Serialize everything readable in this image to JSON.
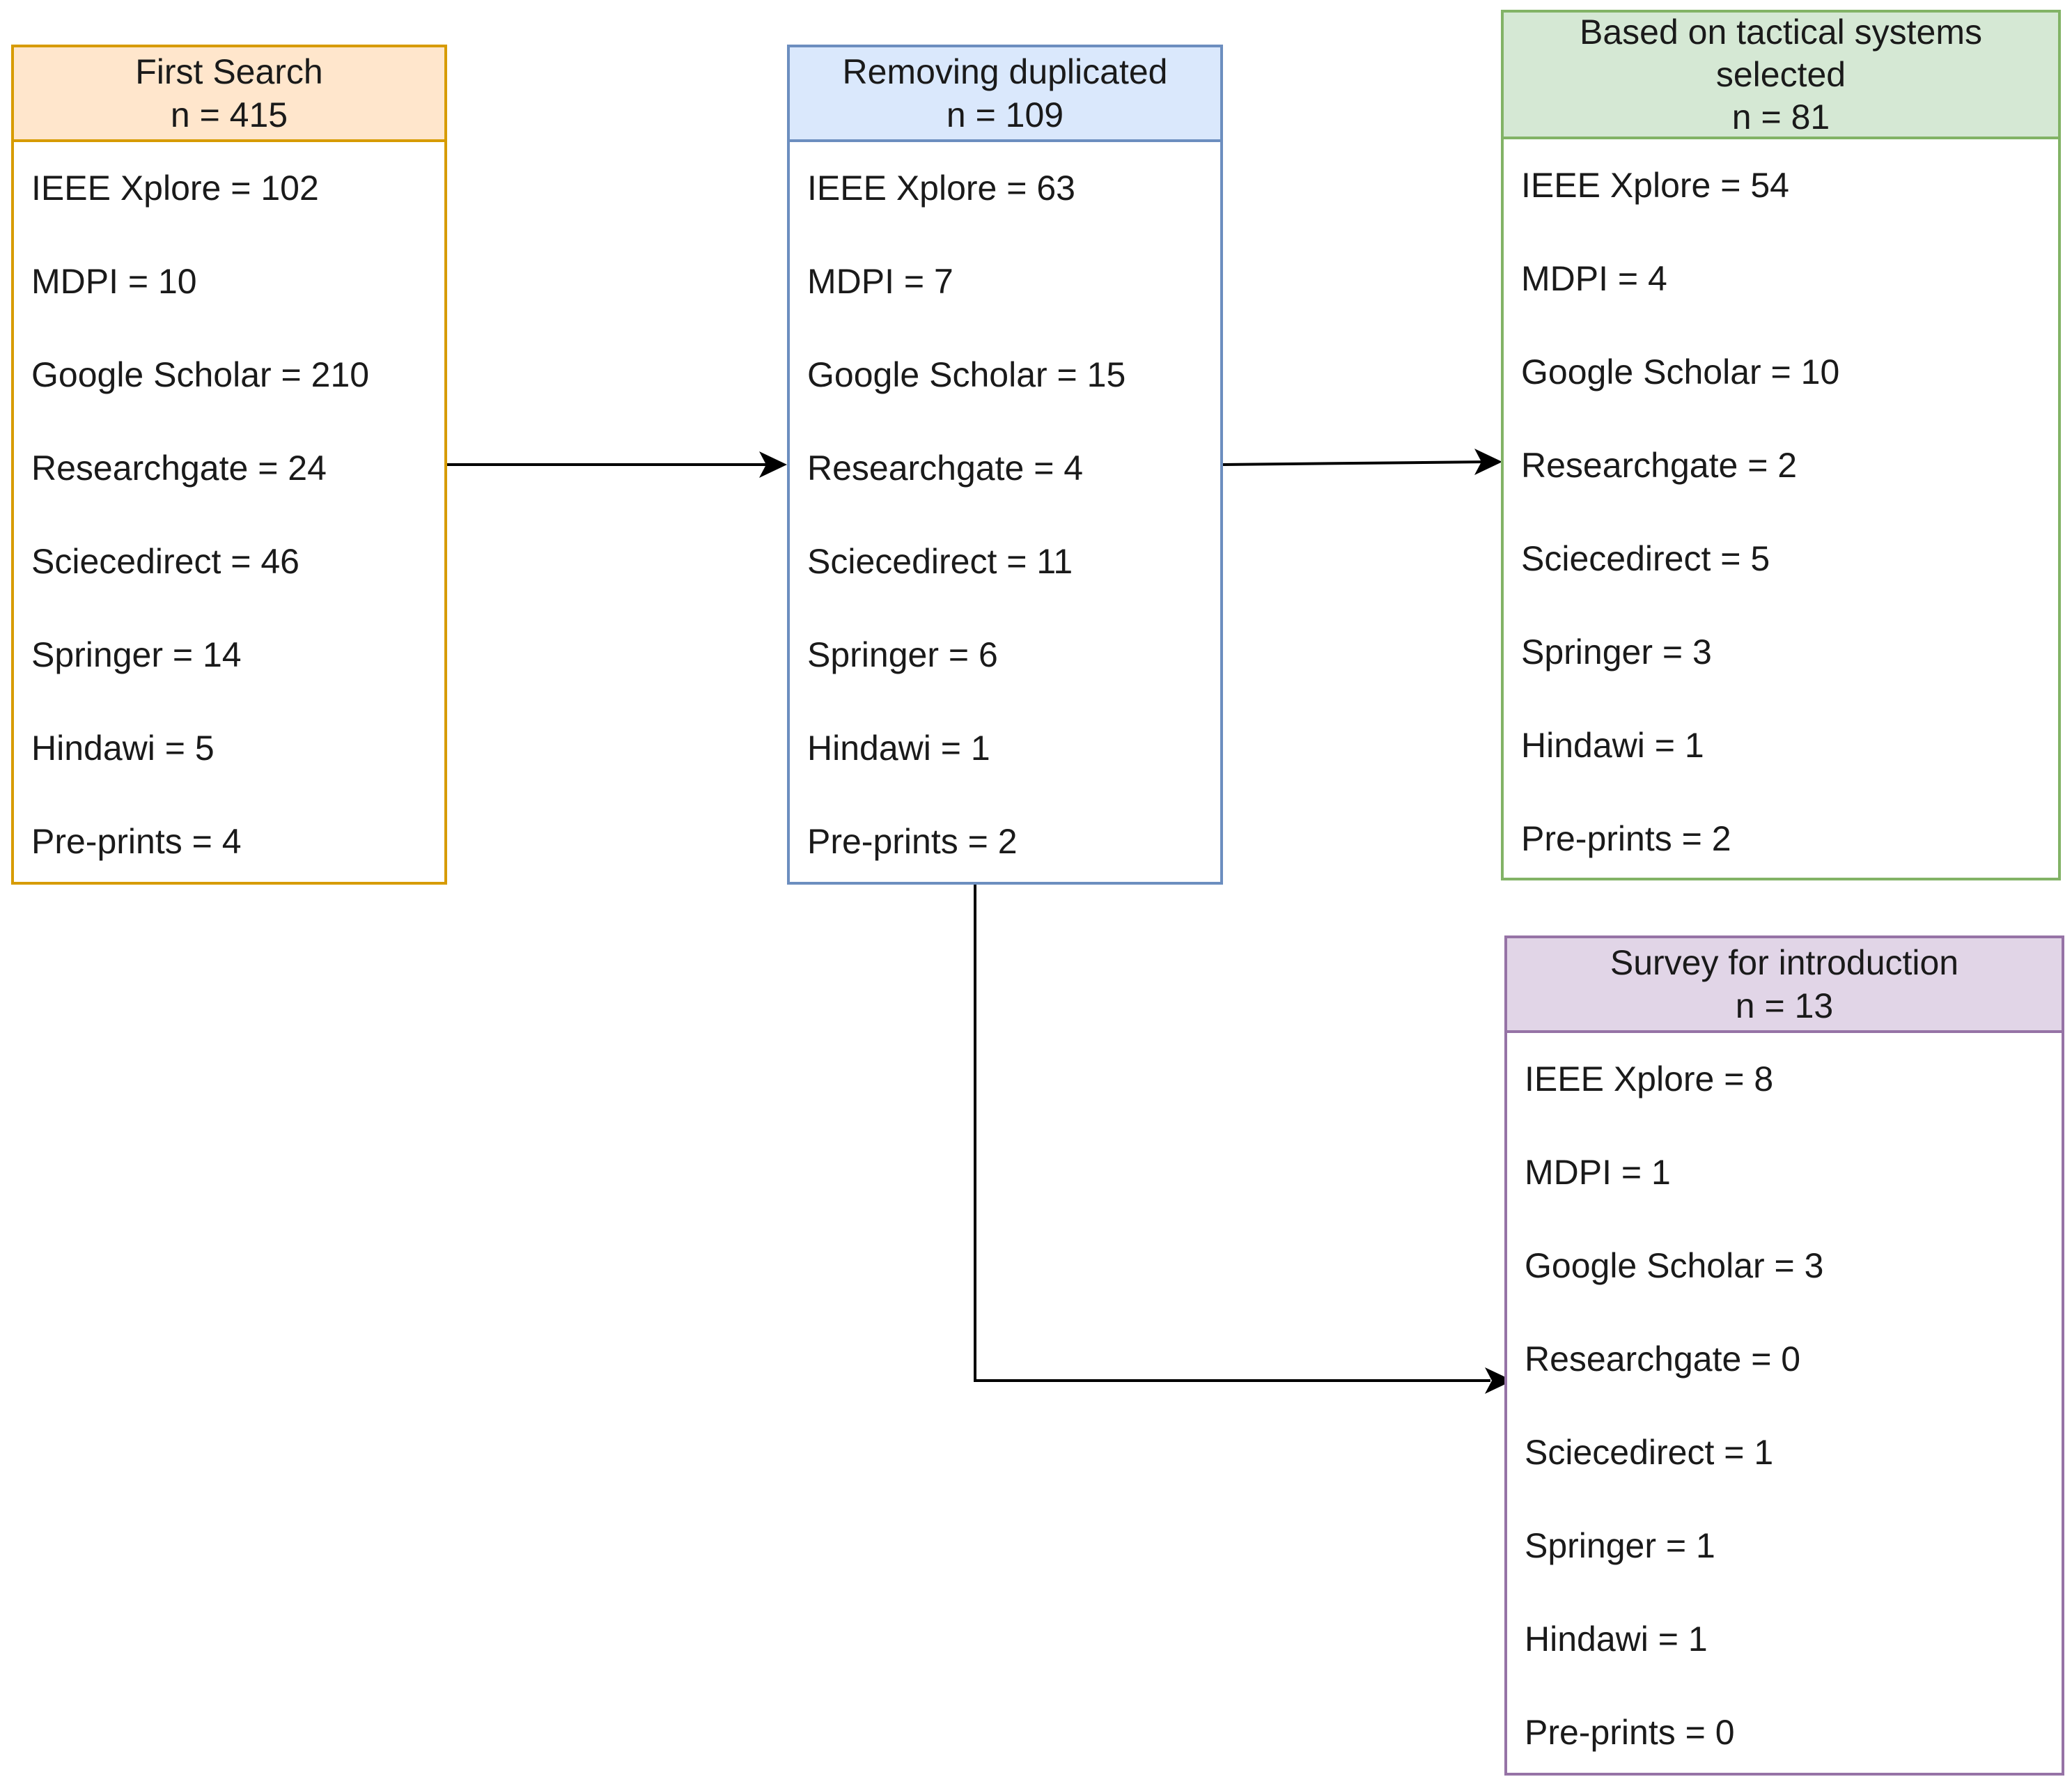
{
  "boxes": {
    "first_search": {
      "title": "First Search",
      "count": "n = 415",
      "color": "#d79b00",
      "fill": "#ffe6cc",
      "items": [
        "IEEE Xplore = 102",
        "MDPI = 10",
        "Google Scholar = 210",
        "Researchgate = 24",
        "Sciecedirect = 46",
        "Springer = 14",
        "Hindawi = 5",
        "Pre-prints = 4"
      ]
    },
    "removing_duplicated": {
      "title": "Removing duplicated",
      "count": "n = 109",
      "color": "#6c8ebf",
      "fill": "#dae8fc",
      "items": [
        "IEEE Xplore = 63",
        "MDPI = 7",
        "Google Scholar = 15",
        "Researchgate = 4",
        "Sciecedirect = 11",
        "Springer = 6",
        "Hindawi = 1",
        "Pre-prints = 2"
      ]
    },
    "tactical_systems": {
      "title_line1": "Based on tactical systems",
      "title_line2": "selected",
      "count": "n = 81",
      "color": "#82b366",
      "fill": "#d5e8d4",
      "items": [
        "IEEE Xplore = 54",
        "MDPI = 4",
        "Google Scholar = 10",
        "Researchgate = 2",
        "Sciecedirect = 5",
        "Springer = 3",
        "Hindawi = 1",
        "Pre-prints = 2"
      ]
    },
    "survey_introduction": {
      "title": "Survey for introduction",
      "count": "n = 13",
      "color": "#9673a6",
      "fill": "#e1d5e7",
      "items": [
        "IEEE Xplore = 8",
        "MDPI = 1",
        "Google Scholar = 3",
        "Researchgate = 0",
        "Sciecedirect = 1",
        "Springer = 1",
        "Hindawi = 1",
        "Pre-prints = 0"
      ]
    }
  },
  "connectors": [
    {
      "from": "first_search",
      "to": "removing_duplicated"
    },
    {
      "from": "removing_duplicated",
      "to": "tactical_systems"
    },
    {
      "from": "removing_duplicated",
      "to": "survey_introduction"
    }
  ]
}
